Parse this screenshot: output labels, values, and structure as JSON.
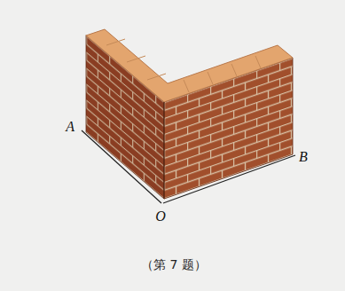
{
  "diagram": {
    "caption": "（第 7 题）",
    "labels": [
      "A",
      "B",
      "O"
    ]
  }
}
